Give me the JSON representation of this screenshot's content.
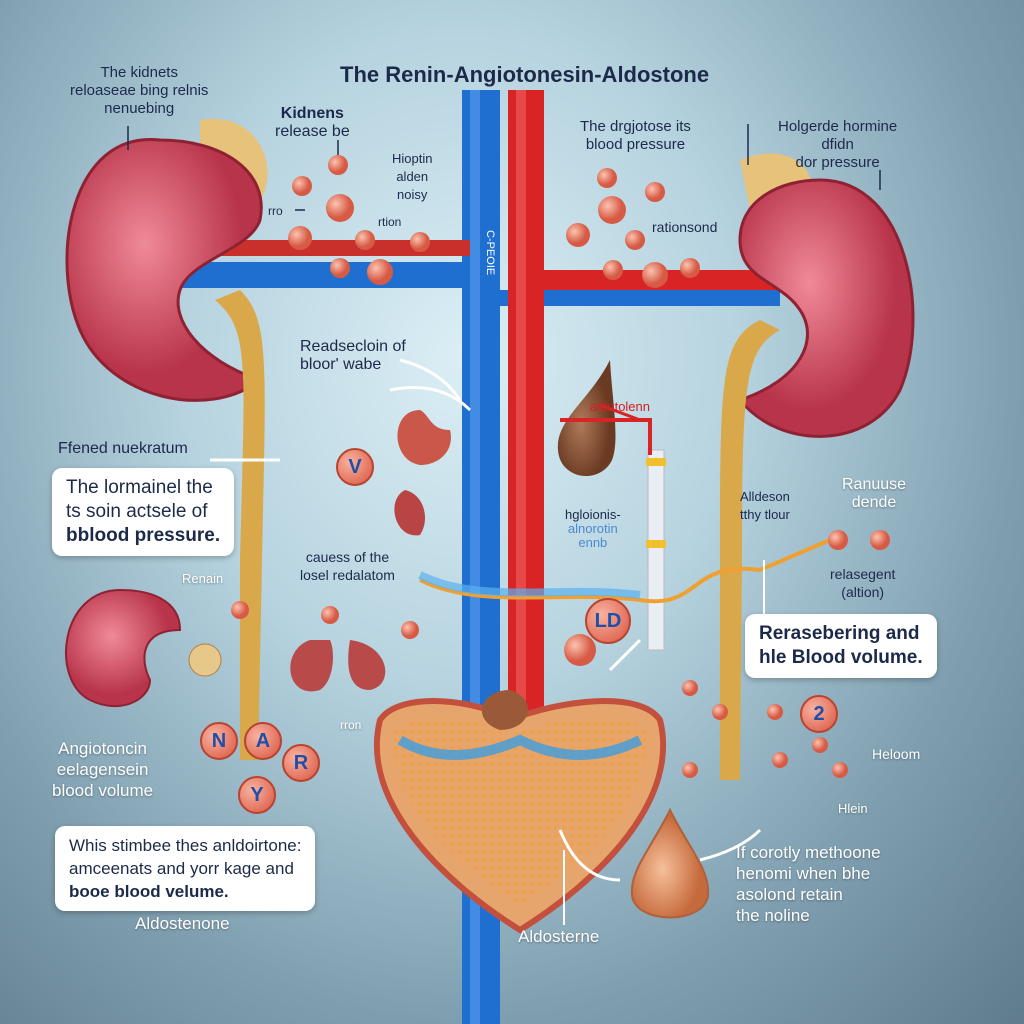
{
  "title": {
    "prefix": "The",
    "main": "Renin-Angiotonesin-Aldostone"
  },
  "labels": {
    "kidnets": [
      "The kidnets",
      "reloaseae bing relnis",
      "nenuebing"
    ],
    "kidnens": [
      "Kidnens",
      "release be"
    ],
    "hioptin": [
      "Hioptin",
      "alden",
      "noisy"
    ],
    "rro": "rro",
    "rtion": "rtion",
    "drgjotose": [
      "The drgjotose its",
      "blood pressure"
    ],
    "holgerde": [
      "Holgerde hormine",
      "dfidn",
      "dor pressure"
    ],
    "rationsond": "rationsond",
    "readsecloin": [
      "Readsecloin of",
      "bloor' wabe"
    ],
    "ffened": "Ffened nuekratum",
    "cauess": [
      "cauess of the",
      "losel redalatom"
    ],
    "renain": "Renain",
    "aldutolenn": "aldutolenn",
    "hgloionis": [
      "hgloionis-",
      "alnorotin",
      "ennb"
    ],
    "alldeson": [
      "Alldeson",
      "tthy tlour"
    ],
    "ranuuse": [
      "Ranuuse",
      "dende"
    ],
    "relasegent": [
      "relasegent",
      "(altion)"
    ],
    "angiotoncin": [
      "Angiotoncin",
      "eelagensein",
      "blood volume"
    ],
    "rron": "rron",
    "aldostenone": "Aldostenone",
    "aldosterne": "Aldosterne",
    "corotly": [
      "If corotly methoone",
      "henomi when bhe",
      "asolond retain",
      "the noline"
    ],
    "heloom": "Heloom",
    "hlein": "Hlein",
    "vessel_text": "C-PEOIE"
  },
  "boxes": {
    "lormainel": [
      "The lormainel the",
      "ts soin actsele of",
      "bblood pressure."
    ],
    "rerasebering": [
      "Rerasebering and",
      "hle Blood volume."
    ],
    "whis": [
      "Whis stimbee thes anldoirtone:",
      "amceenats and yorr kage and",
      "booe blood velume."
    ]
  },
  "molecules": {
    "n": "N",
    "a": "A",
    "r": "R",
    "y": "Y",
    "ld": "LD",
    "v": "V",
    "z": "2"
  },
  "colors": {
    "vein": "#1f6fd1",
    "artery": "#d82424",
    "kidney": "#c9465a",
    "ureter": "#d8a84a",
    "bladder": "#e0a06a"
  }
}
